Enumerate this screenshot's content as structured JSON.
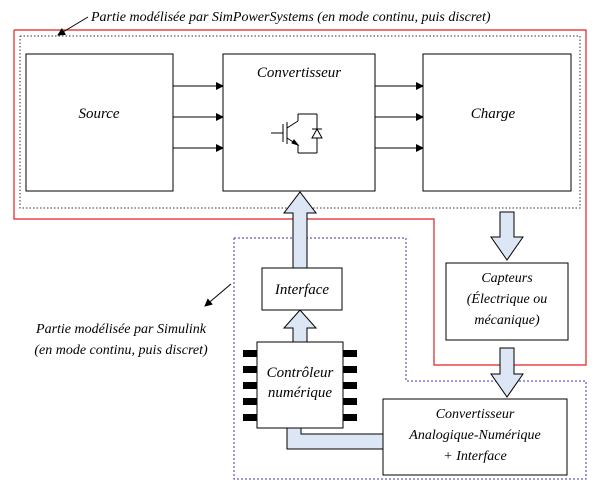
{
  "annotations": {
    "simpowersystems": "Partie modélisée par SimPowerSystems (en mode continu, puis discret)",
    "simulink_line1": "Partie modélisée par Simulink",
    "simulink_line2": "(en mode continu, puis discret)"
  },
  "blocks": {
    "source": "Source",
    "convertisseur": "Convertisseur",
    "charge": "Charge",
    "interface": "Interface",
    "controleur_line1": "Contrôleur",
    "controleur_line2": "numérique",
    "capteurs_line1": "Capteurs",
    "capteurs_line2": "(Électrique ou",
    "capteurs_line3": "mécanique)",
    "can_line1": "Convertisseur",
    "can_line2": "Analogique-Numérique",
    "can_line3": "+ Interface"
  },
  "colors": {
    "simpowersystems_border": "#e02020",
    "simulink_border": "#3333cc",
    "power_border": "#333333",
    "wide_arrow_fill": "#dde6f5"
  }
}
